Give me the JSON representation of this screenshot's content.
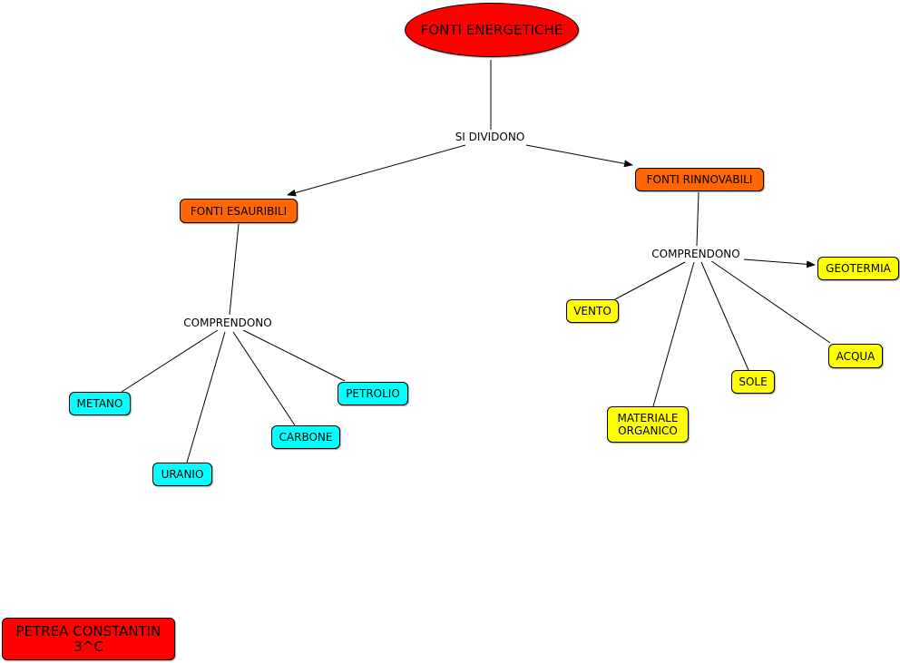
{
  "colors": {
    "root": "#ff0000",
    "category": "#ff6600",
    "exhaustible_item": "#00ffff",
    "renewable_item": "#ffff00",
    "author": "#ff0000",
    "line": "#000000"
  },
  "map": {
    "root": "FONTI ENERGETICHE",
    "root_link": "SI DIVIDONO",
    "exhaustible": {
      "title": "FONTI ESAURIBILI",
      "link": "COMPRENDONO",
      "items": [
        "METANO",
        "URANIO",
        "CARBONE",
        "PETROLIO"
      ]
    },
    "renewable": {
      "title": "FONTI RINNOVABILI",
      "link": "COMPRENDONO",
      "items": [
        "VENTO",
        "MATERIALE ORGANICO",
        "SOLE",
        "ACQUA",
        "GEOTERMIA"
      ]
    }
  },
  "author": {
    "name": "PETREA CONSTANTIN",
    "class": "3^C"
  }
}
